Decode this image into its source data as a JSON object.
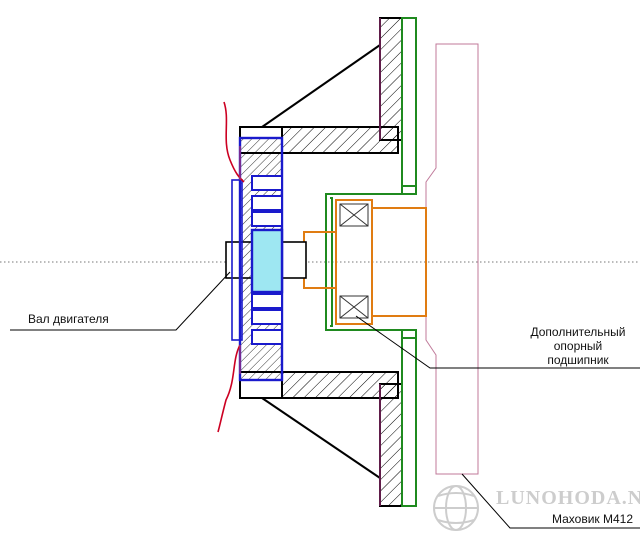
{
  "labels": {
    "shaft": "Вал двигателя",
    "bearing_line1": "Дополнительный",
    "bearing_line2": "опорный",
    "bearing_line3": "подшипник",
    "flywheel": "Маховик М412"
  },
  "watermark": "LUNOHODA.NET",
  "colors": {
    "outline": "#000000",
    "blue_hub": "#1a1acc",
    "hub_fill": "#9ee7f2",
    "green_plate": "#1f8a1f",
    "orange_bearing": "#e07c12",
    "pink_flywheel": "#c07a9a",
    "magenta_edge": "#a0307a",
    "red_shaft": "#cc0022"
  },
  "icons": {
    "watermark_emblem": "globe-emblem-icon"
  }
}
